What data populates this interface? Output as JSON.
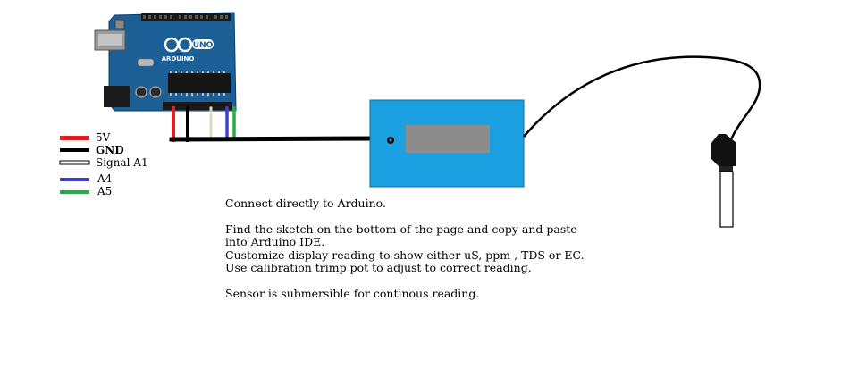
{
  "board": {
    "brand": "ARDUINO",
    "model": "UNO"
  },
  "legend": [
    {
      "label": "5V",
      "color": "#e02020",
      "style": "solid"
    },
    {
      "label": "GND",
      "color": "#000000",
      "style": "solid"
    },
    {
      "label": "Signal  A1",
      "color": "#000000",
      "style": "outline"
    },
    {
      "label": "A4",
      "color": "#4040c8",
      "style": "solid"
    },
    {
      "label": "A5",
      "color": "#2aa84a",
      "style": "solid"
    }
  ],
  "module": {
    "body_color": "#1ba1e2",
    "screen_color": "#8c8c8c"
  },
  "instructions": [
    "Connect directly to Arduino.",
    "",
    "Find the sketch on the bottom of the page and copy and paste",
    "into Arduino IDE.",
    "Customize display reading to show either uS, ppm , TDS or EC.",
    "Use calibration trimp pot to adjust to correct reading.",
    "",
    "Sensor is submersible for continous reading."
  ]
}
